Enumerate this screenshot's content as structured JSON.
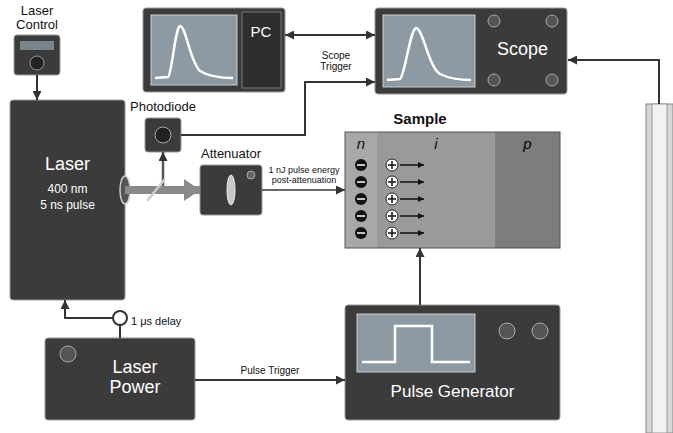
{
  "diagram": {
    "nodes": [
      {
        "text": [
          "Laser Control"
        ]
      },
      {
        "text": [
          "PC"
        ]
      },
      {
        "text": [
          "Scope"
        ]
      },
      {
        "text": [
          "Laser",
          "400 nm",
          "5 ns pulse"
        ]
      },
      {
        "text": [
          "Photodiode"
        ]
      },
      {
        "text": [
          "Attenuator"
        ]
      },
      {
        "text": [
          "Sample"
        ]
      },
      {
        "text": [
          "n"
        ],
        "in": 6
      },
      {
        "text": [
          "i"
        ],
        "in": 6
      },
      {
        "text": [
          "p"
        ],
        "in": 6
      },
      {
        "text": [
          "Laser Power"
        ]
      },
      {
        "text": [
          "Pulse Generator"
        ]
      }
    ],
    "edges": [
      {
        "from": 0,
        "to": 3,
        "arrow": "to"
      },
      {
        "from": 1,
        "to": 2,
        "arrow": "both"
      },
      {
        "from": 4,
        "to": 2,
        "label": "Scope Trigger",
        "arrow": "to"
      },
      {
        "from": 3,
        "to": 4,
        "arrow": "to"
      },
      {
        "from": 3,
        "to": 5,
        "arrow": "to"
      },
      {
        "from": 5,
        "to": 6,
        "label": "1 nJ pulse energy post-attenuation",
        "arrow": "to"
      },
      {
        "from": 10,
        "to": 3,
        "label": "1 μs delay",
        "arrow": "to"
      },
      {
        "from": 10,
        "to": 11,
        "label": "Pulse Trigger",
        "arrow": "to"
      },
      {
        "from": 11,
        "to": 6,
        "arrow": "to"
      }
    ]
  }
}
